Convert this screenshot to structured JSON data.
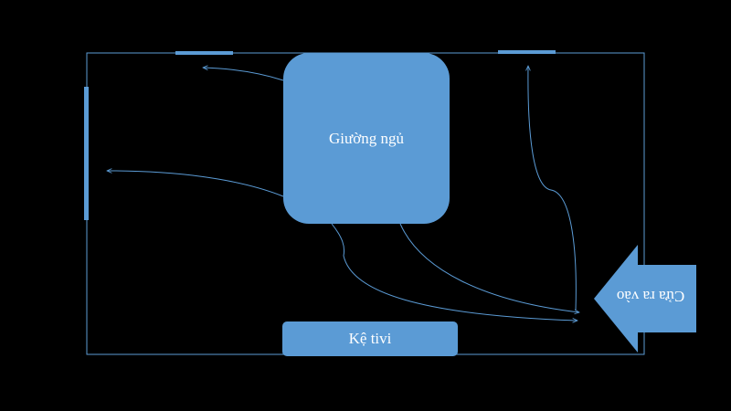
{
  "room": {
    "bed_label": "Giường ngủ",
    "tv_stand_label": "Kệ tivi",
    "door_label": "Cửa ra vào"
  },
  "colors": {
    "background": "#000000",
    "shape_fill": "#5b9bd5",
    "outline": "#5b9bd5",
    "text": "#ffffff"
  },
  "icons": {
    "window": "window-bar",
    "door": "door-arrow",
    "path": "walking-path-arrow"
  }
}
